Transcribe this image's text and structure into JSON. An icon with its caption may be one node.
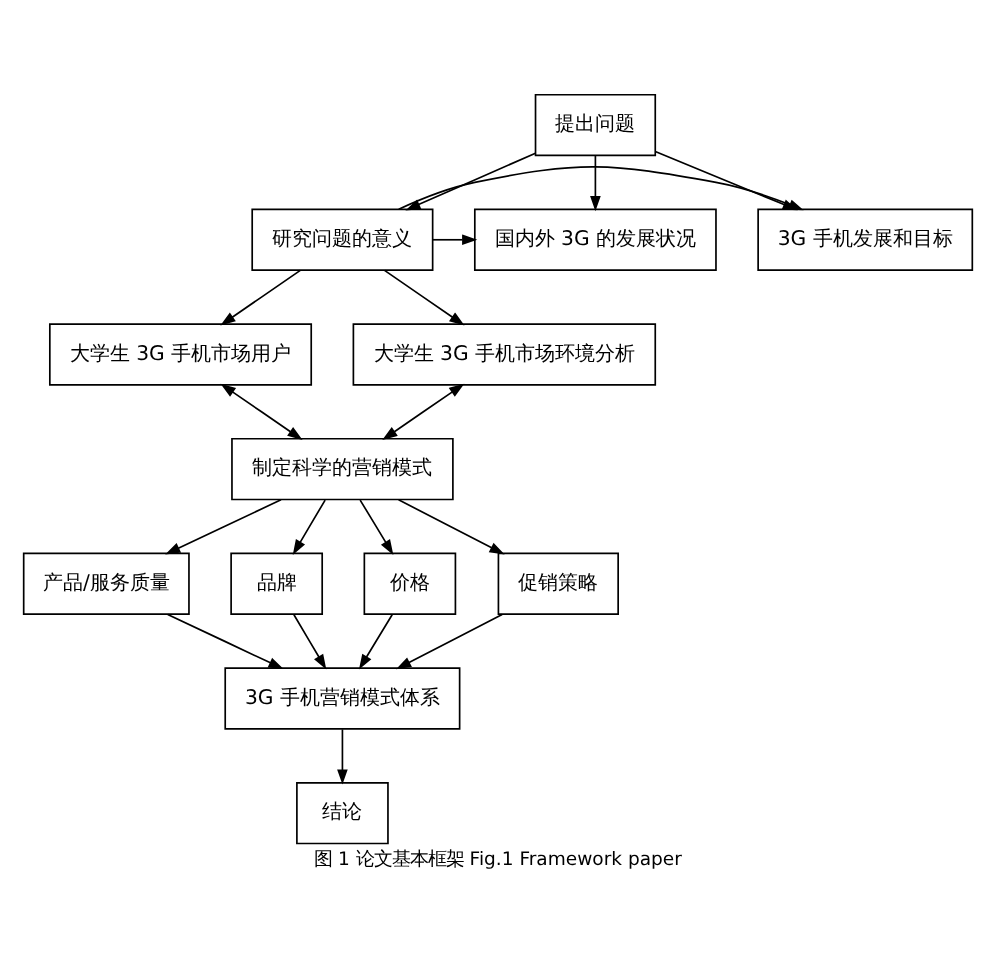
{
  "diagram": {
    "caption": "图 1 论文基本框架 Fig.1 Framework paper",
    "nodes": [
      {
        "text": [
          "提出问题"
        ]
      },
      {
        "text": [
          "3G 手机发展和目标"
        ]
      },
      {
        "text": [
          "研究问题的意义"
        ]
      },
      {
        "text": [
          "国内外 3G 的发展状况"
        ]
      },
      {
        "text": [
          "大学生 3G 手机市场用户"
        ]
      },
      {
        "text": [
          "大学生 3G 手机市场环境分析"
        ]
      },
      {
        "text": [
          "制定科学的营销模式"
        ]
      },
      {
        "text": [
          "产品/服务质量"
        ]
      },
      {
        "text": [
          "品牌"
        ]
      },
      {
        "text": [
          "价格"
        ]
      },
      {
        "text": [
          "促销策略"
        ]
      },
      {
        "text": [
          "3G 手机营销模式体系"
        ]
      },
      {
        "text": [
          "结论"
        ]
      }
    ],
    "edges": [
      {
        "from": 0,
        "to": 1,
        "arrow": "to"
      },
      {
        "from": 0,
        "to": 2,
        "arrow": "to"
      },
      {
        "from": 0,
        "to": 3,
        "arrow": "to"
      },
      {
        "from": 2,
        "to": 1,
        "arrow": "to"
      },
      {
        "from": 2,
        "to": 3,
        "arrow": "to"
      },
      {
        "from": 2,
        "to": 4,
        "arrow": "to"
      },
      {
        "from": 2,
        "to": 5,
        "arrow": "to"
      },
      {
        "from": 4,
        "to": 6,
        "arrow": "both"
      },
      {
        "from": 5,
        "to": 6,
        "arrow": "both"
      },
      {
        "from": 6,
        "to": 7,
        "arrow": "to"
      },
      {
        "from": 6,
        "to": 8,
        "arrow": "to"
      },
      {
        "from": 6,
        "to": 9,
        "arrow": "to"
      },
      {
        "from": 6,
        "to": 10,
        "arrow": "to"
      },
      {
        "from": 7,
        "to": 11,
        "arrow": "to"
      },
      {
        "from": 8,
        "to": 11,
        "arrow": "to"
      },
      {
        "from": 9,
        "to": 11,
        "arrow": "to"
      },
      {
        "from": 10,
        "to": 11,
        "arrow": "to"
      },
      {
        "from": 11,
        "to": 12,
        "arrow": "to"
      }
    ]
  }
}
